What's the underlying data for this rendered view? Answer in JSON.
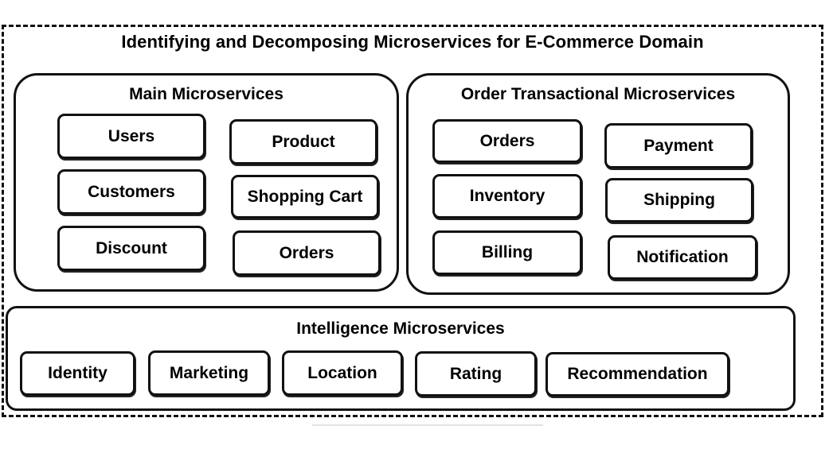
{
  "title": "Identifying and Decomposing Microservices for E-Commerce Domain",
  "groups": {
    "main": {
      "title": "Main Microservices",
      "items": [
        "Users",
        "Product",
        "Customers",
        "Shopping Cart",
        "Discount",
        "Orders"
      ]
    },
    "order": {
      "title": "Order Transactional Microservices",
      "items": [
        "Orders",
        "Payment",
        "Inventory",
        "Shipping",
        "Billing",
        "Notification"
      ]
    },
    "intelligence": {
      "title": "Intelligence Microservices",
      "items": [
        "Identity",
        "Marketing",
        "Location",
        "Rating",
        "Recommendation"
      ]
    }
  }
}
